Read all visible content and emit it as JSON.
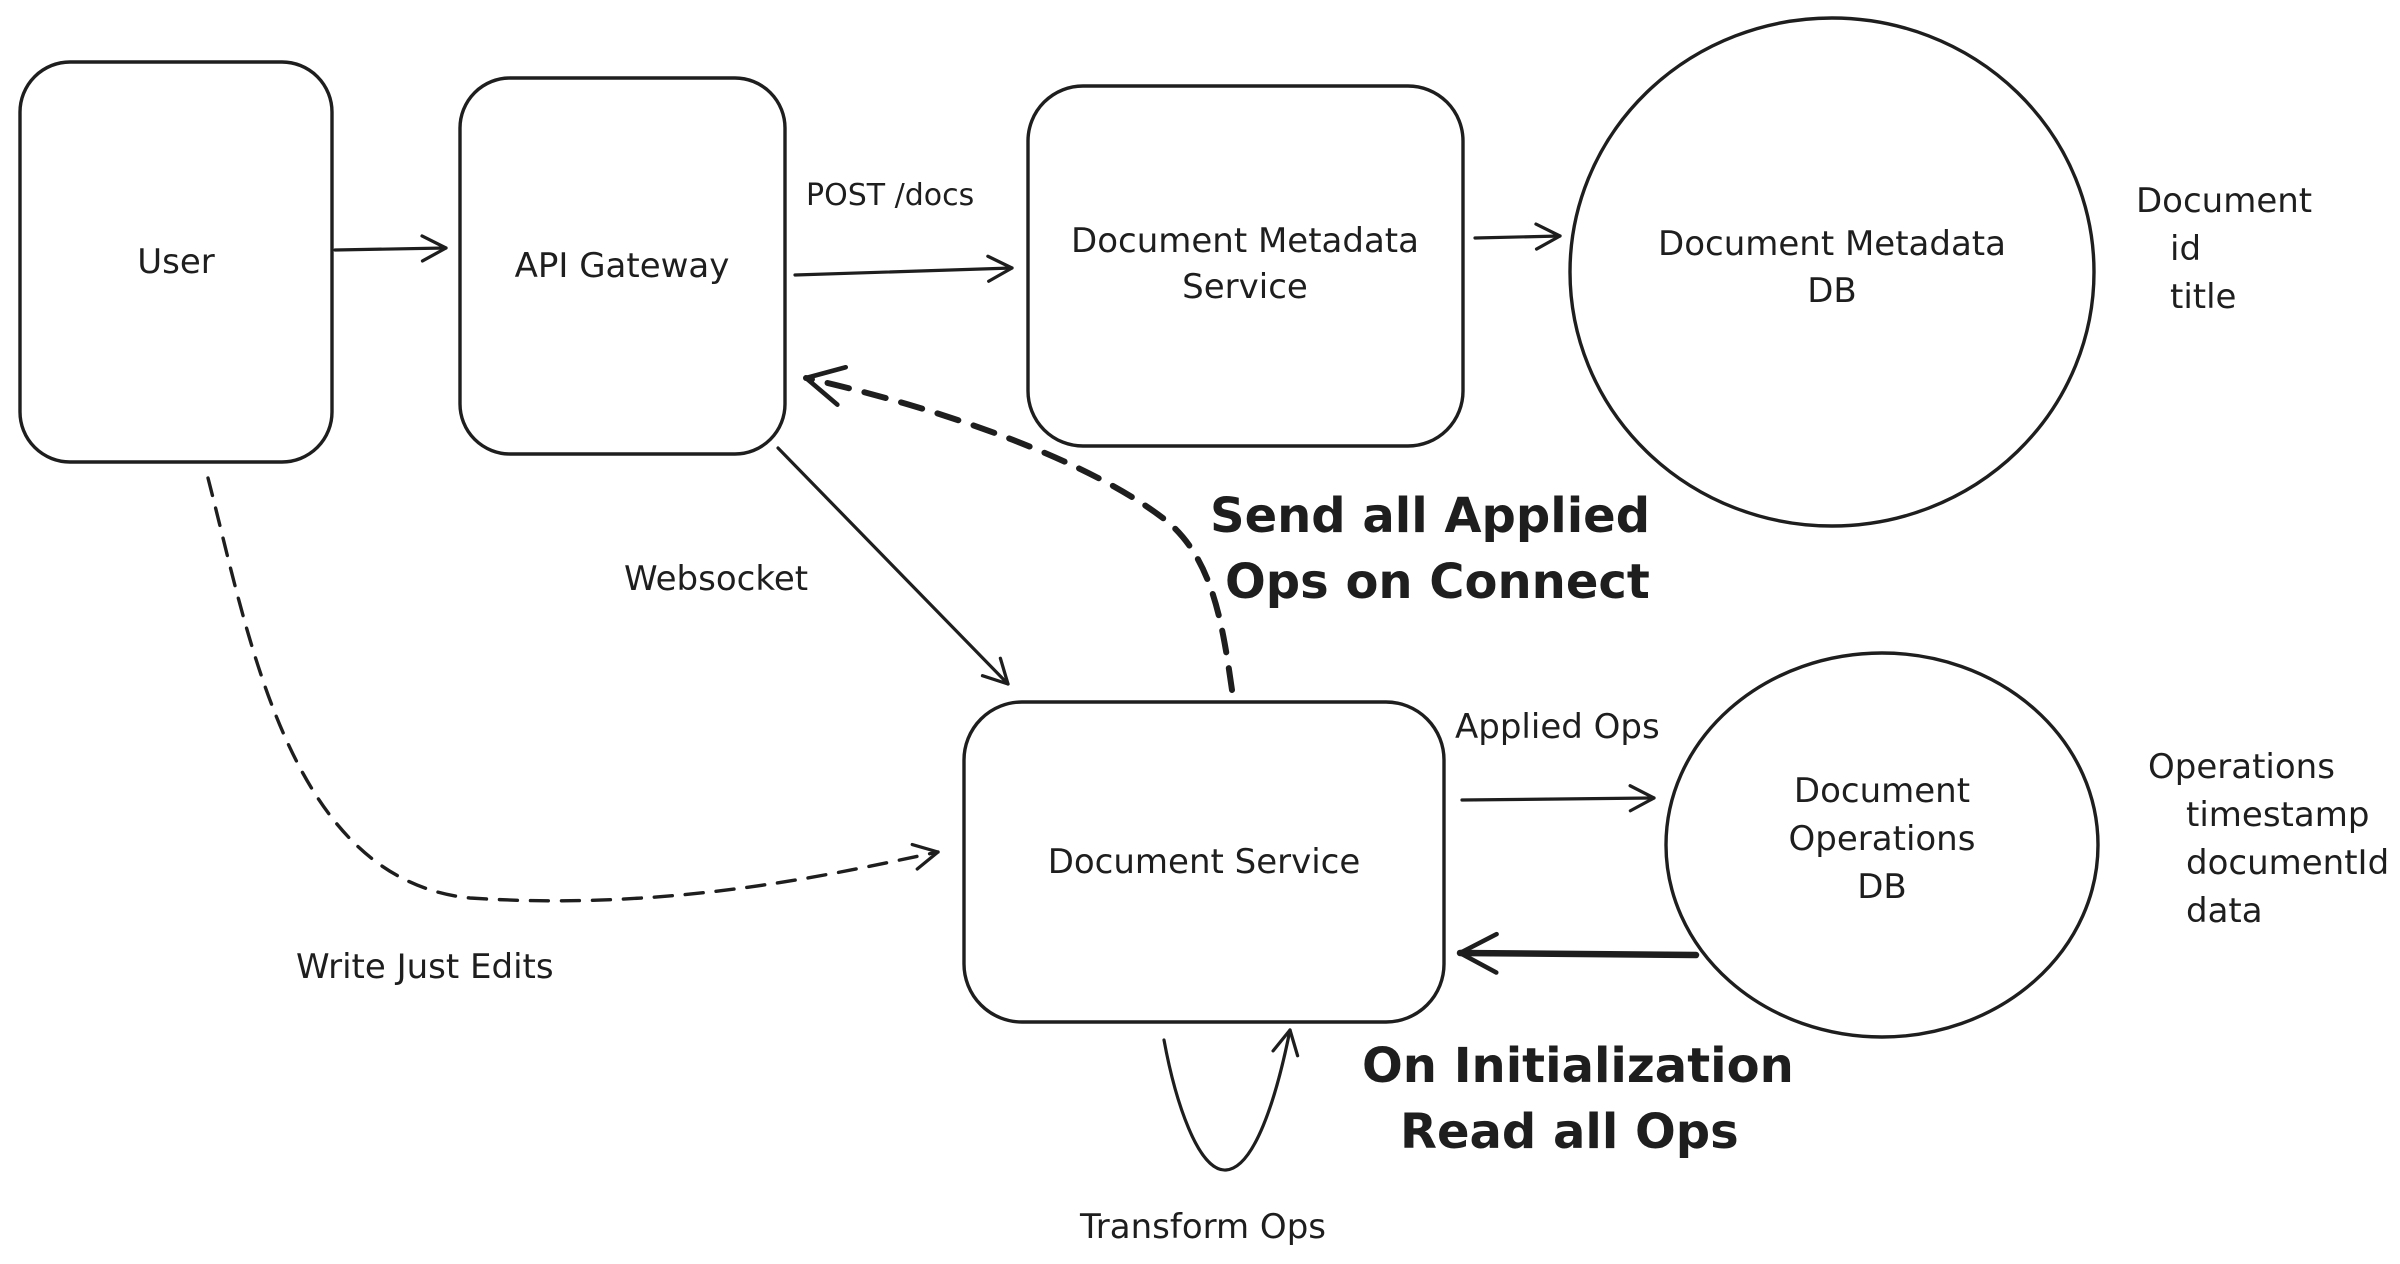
{
  "nodes": {
    "user": "User",
    "api_gateway": "API Gateway",
    "metadata_service": [
      "Document Metadata",
      "Service"
    ],
    "metadata_db": [
      "Document Metadata",
      "DB"
    ],
    "document_service": "Document Service",
    "operations_db": [
      "Document",
      "Operations",
      "DB"
    ]
  },
  "edge_labels": {
    "post_docs": "POST /docs",
    "websocket": "Websocket",
    "write_just_edits": "Write Just Edits",
    "applied_ops": "Applied Ops",
    "transform_ops": "Transform Ops",
    "send_applied": [
      "Send all Applied",
      "Ops on Connect"
    ],
    "on_init": [
      "On Initialization",
      "Read all Ops"
    ]
  },
  "schemas": {
    "document": [
      "Document",
      "id",
      "title"
    ],
    "operations": [
      "Operations",
      "timestamp",
      "documentId",
      "data"
    ]
  }
}
